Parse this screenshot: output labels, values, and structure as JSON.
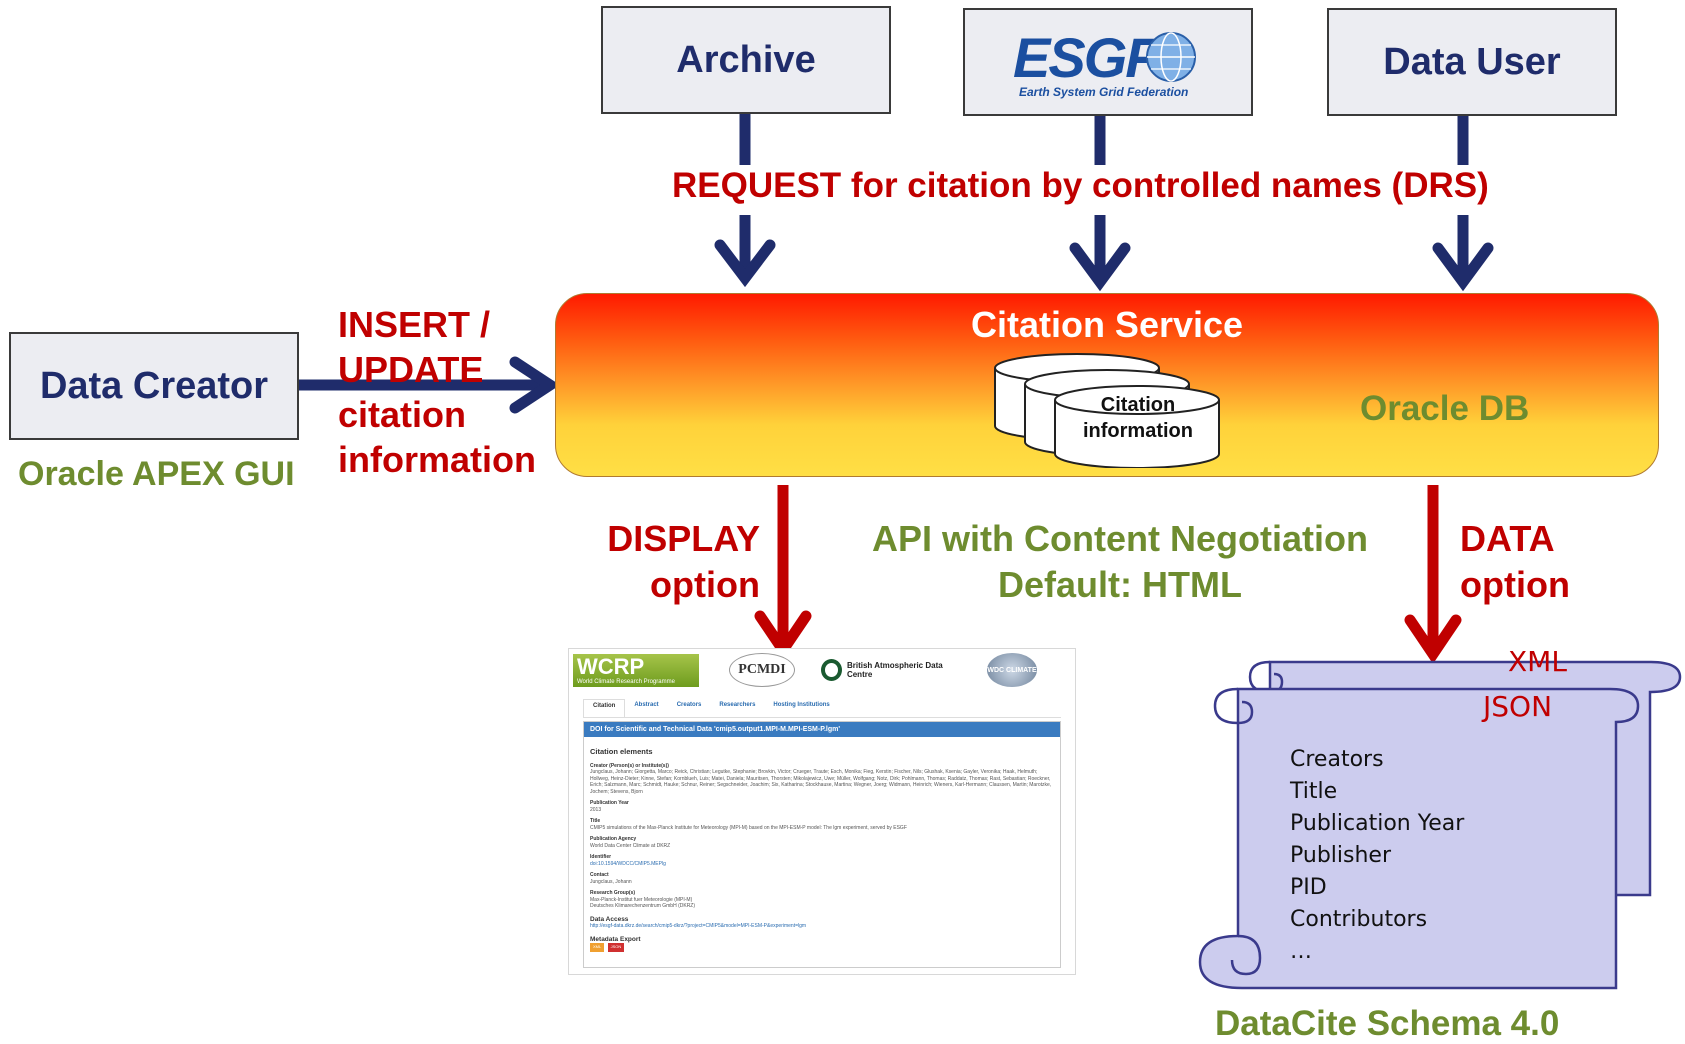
{
  "sources": {
    "archive": "Archive",
    "esgf_logo": "ESGF",
    "esgf_subtitle": "Earth System Grid Federation",
    "data_user": "Data User"
  },
  "request_label": "REQUEST for citation by controlled names (DRS)",
  "creator": {
    "label": "Data Creator",
    "gui_label": "Oracle APEX GUI",
    "insert_lines": [
      "INSERT /",
      "UPDATE",
      "citation",
      "information"
    ]
  },
  "service": {
    "title": "Citation Service",
    "db_lines": [
      "Citation",
      "information"
    ],
    "db_label": "Oracle DB"
  },
  "display_option": [
    "DISPLAY",
    "option"
  ],
  "api_lines": [
    "API with Content Negotiation",
    "Default: HTML"
  ],
  "data_option": [
    "DATA",
    "option"
  ],
  "screenshot": {
    "logo_wcrp": "WCRP",
    "logo_wcrp_sub": "World Climate Research Programme",
    "logo_pcmdi": "PCMDI",
    "logo_badc": "British Atmospheric Data Centre",
    "logo_wdc": "WDC CLIMATE",
    "tabs": [
      "Citation",
      "Abstract",
      "Creators",
      "Researchers",
      "Hosting Institutions"
    ],
    "header": "DOI for Scientific and Technical Data 'cmip5.output1.MPI-M.MPI-ESM-P.lgm'",
    "heading": "Citation elements",
    "creator_label": "Creator (Person(s) or Institute(s))",
    "creator_value": "Jungclaus, Johann; Giorgetta, Marco; Reick, Christian; Legutke, Stephanie; Brovkin, Victor; Crueger, Traute; Esch, Monika; Fieg, Kerstin; Fischer, Nils; Glushak, Ksenia; Gayler, Veronika; Haak, Helmuth; Hollweg, Heinz-Dieter; Kinne, Stefan; Kornblueh, Luis; Matei, Daniela; Mauritsen, Thorsten; Mikolajewicz, Uwe; Müller, Wolfgang; Notz, Dirk; Pohlmann, Thomas; Raddatz, Thomas; Rast, Sebastian; Roeckner, Erich; Salzmann, Marc; Schmidt, Hauke; Schnur, Reiner; Segschneider, Joachim; Six, Katharina; Stockhause, Martina; Wegner, Joerg; Widmann, Heinrich; Wieners, Karl-Hermann; Claussen, Martin; Marotzke, Jochem; Stevens, Bjorn",
    "pubyear_label": "Publication Year",
    "pubyear_value": "2013",
    "title_label": "Title",
    "title_value": "CMIP5 simulations of the Max-Planck Institute for Meteorology (MPI-M) based on the MPI-ESM-P model: The lgm experiment, served by ESGF",
    "agency_label": "Publication Agency",
    "agency_value": "World Data Center Climate at DKRZ",
    "identifier_label": "Identifier",
    "identifier_value": "doi:10.1594/WDCC/CMIP5.MEPlg",
    "contact_label": "Contact",
    "contact_value": "Jungclaus, Johann",
    "research_label": "Research Group(s)",
    "research_value_1": "Max-Planck-Institut fuer Meteorologie (MPI-M)",
    "research_value_2": "Deutsches Klimarechenzentrum GmbH (DKRZ)",
    "access_label": "Data Access",
    "access_value": "http://esgf-data.dkrz.de/search/cmip5-dkrz/?project=CMIP5&model=MPI-ESM-P&experiment=lgm",
    "export_label": "Metadata Export",
    "export_buttons": [
      "XML",
      "JSON"
    ]
  },
  "scroll": {
    "xml": "XML",
    "json": "JSON",
    "items": [
      "Creators",
      "Title",
      "Publication Year",
      "Publisher",
      "PID",
      "Contributors",
      "…"
    ]
  },
  "datacite_label": "DataCite Schema 4.0",
  "colors": {
    "navy": "#1f2c6b",
    "red": "#c00000",
    "green": "#6e8c2f",
    "scroll_fill": "#ccccee",
    "scroll_stroke": "#3a3a8c"
  }
}
